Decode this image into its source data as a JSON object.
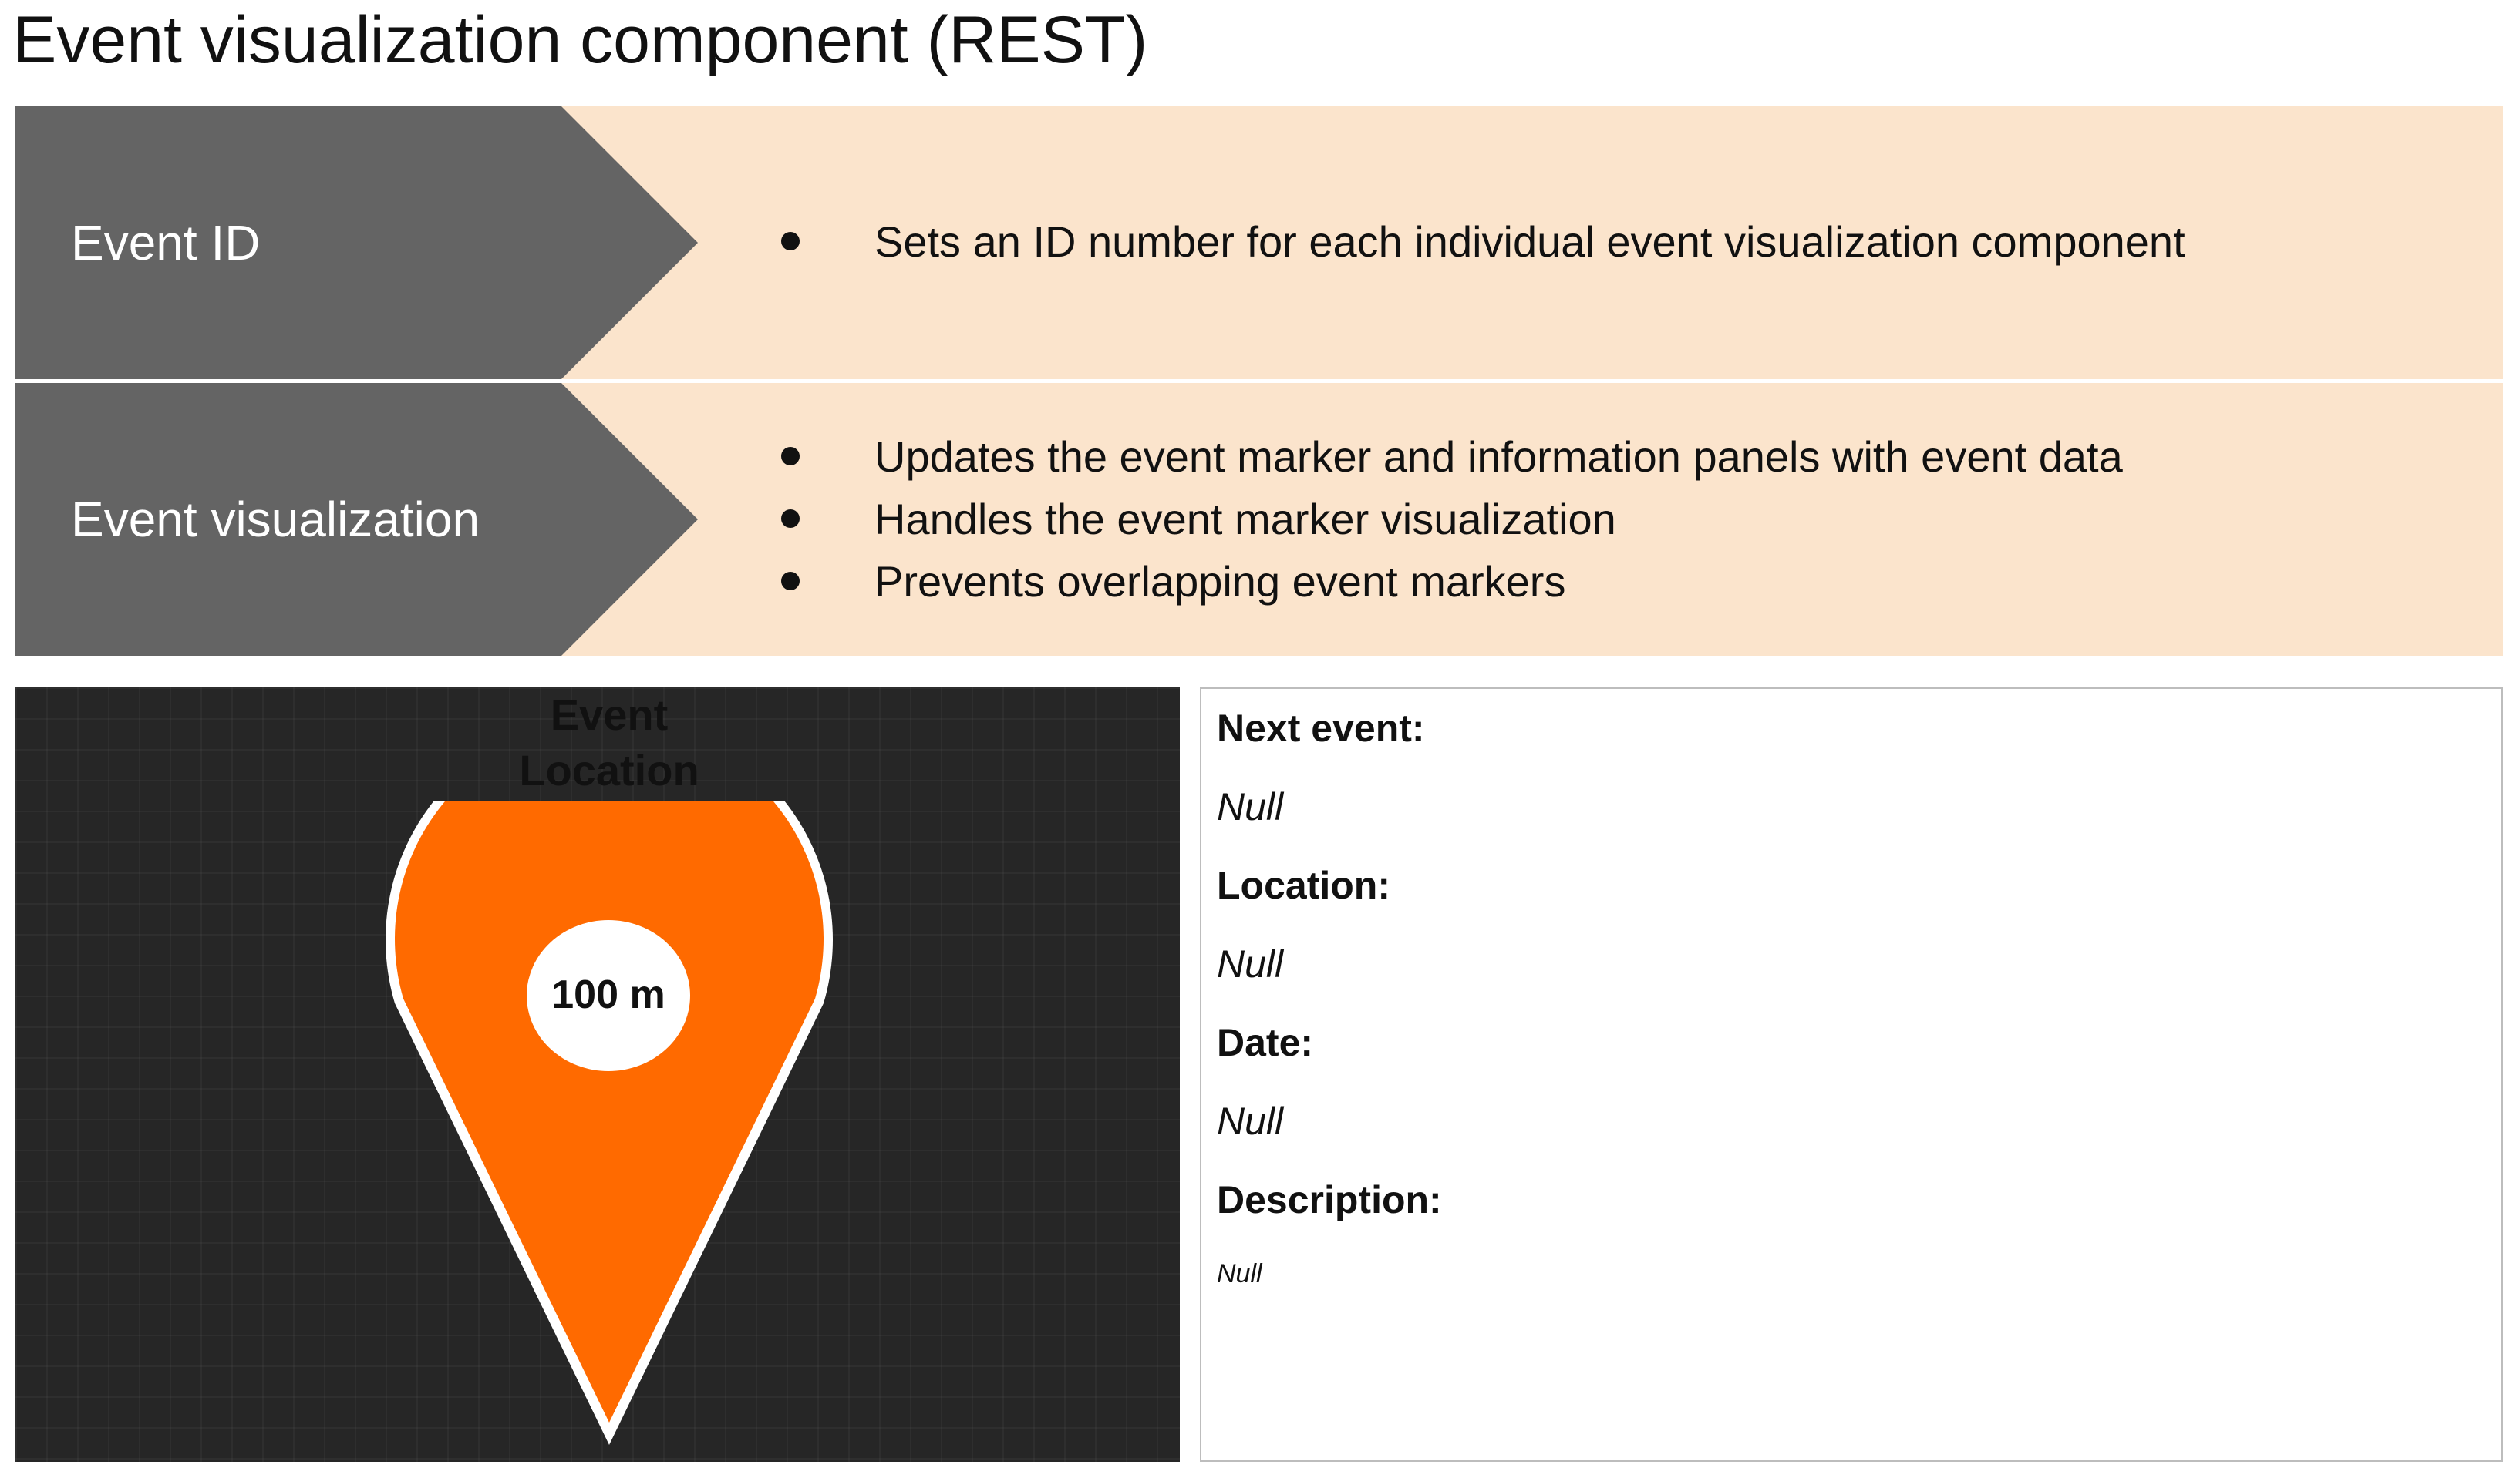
{
  "title": "Event visualization component (REST)",
  "rows": [
    {
      "label": "Event ID",
      "bullets": [
        "Sets an ID number for each individual event visualization component"
      ]
    },
    {
      "label": "Event visualization",
      "bullets": [
        "Updates the event marker and information panels with event data",
        "Handles the event marker visualization",
        "Prevents overlapping event markers"
      ]
    }
  ],
  "map": {
    "title_line1": "Event",
    "title_line2": "Location",
    "marker_label": "100 m",
    "marker_color": "#ff6a00",
    "background_color": "#262626"
  },
  "info": {
    "next_event_label": "Next event:",
    "next_event_value": "Null",
    "location_label": "Location:",
    "location_value": "Null",
    "date_label": "Date:",
    "date_value": "Null",
    "description_label": "Description:",
    "description_value": "Null"
  },
  "colors": {
    "chevron": "#646464",
    "row_background": "#fbe4cc"
  }
}
